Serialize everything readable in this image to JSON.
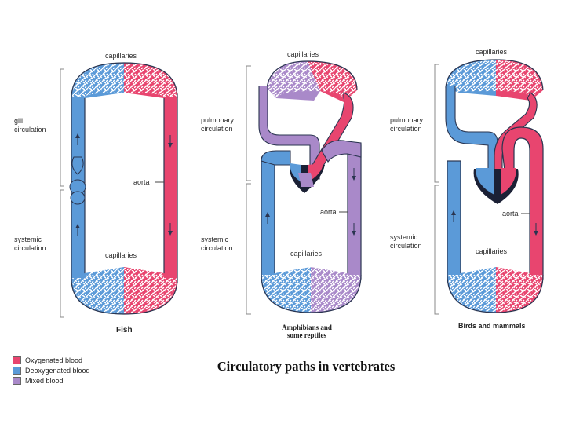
{
  "colors": {
    "oxygenated": "#e8456f",
    "deoxygenated": "#5b9ad8",
    "mixed": "#a989c9",
    "outline": "#2a3550"
  },
  "fish": {
    "top_capillaries": "capillaries",
    "bottom_capillaries": "capillaries",
    "gill_circulation": "gill circulation",
    "systemic_circulation": "systemic circulation",
    "aorta": "aorta",
    "caption": "Fish"
  },
  "amphibian": {
    "top_capillaries": "capillaries",
    "bottom_capillaries": "capillaries",
    "pulmonary_circulation": "pulmonary circulation",
    "systemic_circulation": "systemic circulation",
    "aorta": "aorta",
    "caption_line1": "Amphibians and",
    "caption_line2": "some reptiles"
  },
  "bird": {
    "top_capillaries": "capillaries",
    "bottom_capillaries": "capillaries",
    "pulmonary_circulation": "pulmonary circulation",
    "systemic_circulation": "systemic circulation",
    "aorta": "aorta",
    "caption": "Birds and mammals"
  },
  "legend": [
    {
      "label": "Oxygenated blood",
      "color": "#e8456f"
    },
    {
      "label": "Deoxygenated blood",
      "color": "#5b9ad8"
    },
    {
      "label": "Mixed blood",
      "color": "#a989c9"
    }
  ],
  "title": "Circulatory paths in vertebrates"
}
